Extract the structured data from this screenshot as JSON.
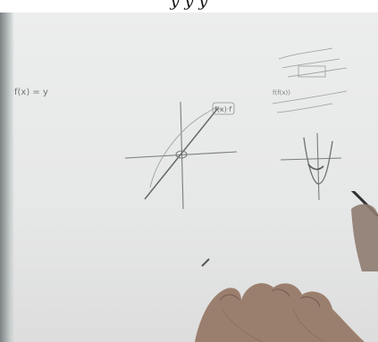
{
  "caption": {
    "text": "y y y"
  },
  "whiteboard": {
    "left_equation": "f(x) = y",
    "middle_label": "f(x)·f",
    "right_label": "f(f(x))"
  },
  "colors": {
    "paper": "#e8e9e9",
    "pencil": "#6f7272",
    "skin": "#9a7d6c",
    "edge": "#8a9092"
  },
  "icons": {
    "hand": "hand-icon",
    "pencil": "pencil-icon"
  }
}
